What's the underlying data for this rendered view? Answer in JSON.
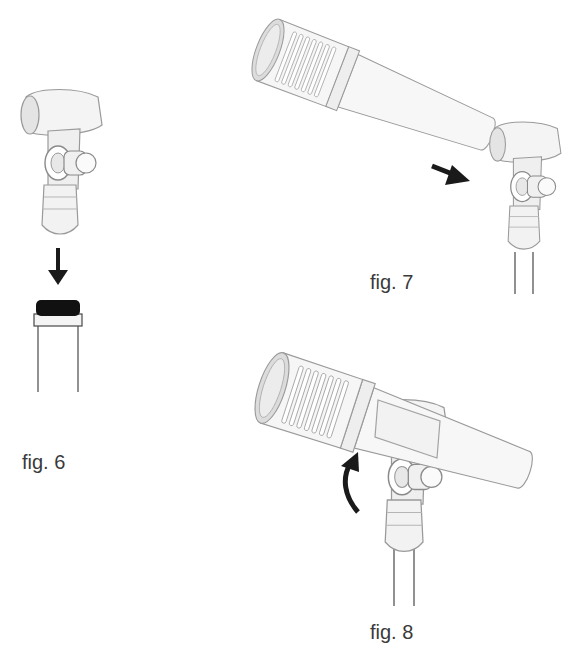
{
  "diagram": {
    "labels": [
      "fig. 6",
      "fig. 7",
      "fig. 8"
    ]
  }
}
